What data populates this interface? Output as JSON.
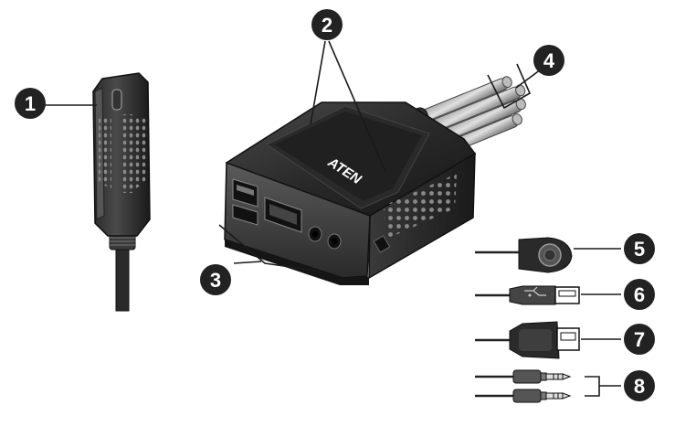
{
  "brand": "ATEN",
  "callouts": [
    {
      "id": "1",
      "label": "1"
    },
    {
      "id": "2",
      "label": "2"
    },
    {
      "id": "3",
      "label": "3"
    },
    {
      "id": "4",
      "label": "4"
    },
    {
      "id": "5",
      "label": "5"
    },
    {
      "id": "6",
      "label": "6"
    },
    {
      "id": "7",
      "label": "7"
    },
    {
      "id": "8",
      "label": "8"
    }
  ],
  "colors": {
    "callout_fill": "#222222",
    "callout_text": "#ffffff",
    "line": "#1a1a1a",
    "device_dark": "#1e1e1e",
    "device_mid": "#3a3a3a",
    "device_light": "#6a6a6a"
  }
}
